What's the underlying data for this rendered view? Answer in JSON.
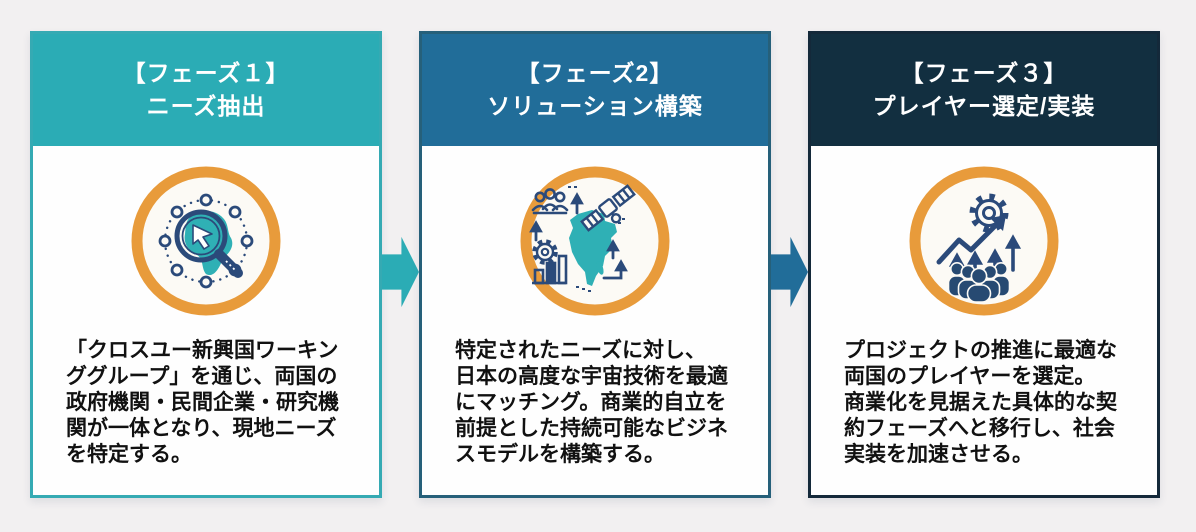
{
  "page": {
    "background": "#f2f0f1",
    "card_background": "#fefefe"
  },
  "phases": [
    {
      "title_line1": "【フェーズ１】",
      "title_line2": "ニーズ抽出",
      "header_color": "#2bacb5",
      "border_color": "#35aab3",
      "icon": "magnifier-africa-search-icon",
      "body": "「クロスユー新興国ワーキン\nググループ」を通じ、両国の\n政府機関・民間企業・研究機\n関が一体となり、現地ニーズ\nを特定する。"
    },
    {
      "title_line1": "【フェーズ2】",
      "title_line2": "ソリューション構築",
      "header_color": "#216d99",
      "border_color": "#26607a",
      "icon": "africa-satellite-technology-icon",
      "body": "特定されたニーズに対し、\n日本の高度な宇宙技術を最適\nにマッチング。商業的自立を\n前提とした持続可能なビジネ\nスモデルを構築する。"
    },
    {
      "title_line1": "【フェーズ３】",
      "title_line2": "プレイヤー選定/実装",
      "header_color": "#122f40",
      "border_color": "#14293a",
      "icon": "gear-growth-team-icon",
      "body": "プロジェクトの推進に最適な\n両国のプレイヤーを選定。\n商業化を見据えた具体的な契\n約フェーズへと移行し、社会\n実装を加速させる。"
    }
  ],
  "arrows": [
    {
      "name": "arrow-phase1-to-phase2",
      "color": "#2bacb5"
    },
    {
      "name": "arrow-phase2-to-phase3",
      "color": "#216d99"
    }
  ],
  "icon_colors": {
    "ring_orange": "#e89b3b",
    "line_navy": "#2b4a7a",
    "fill_teal": "#2fb0b5",
    "inner_bg": "#fcfaf5"
  }
}
